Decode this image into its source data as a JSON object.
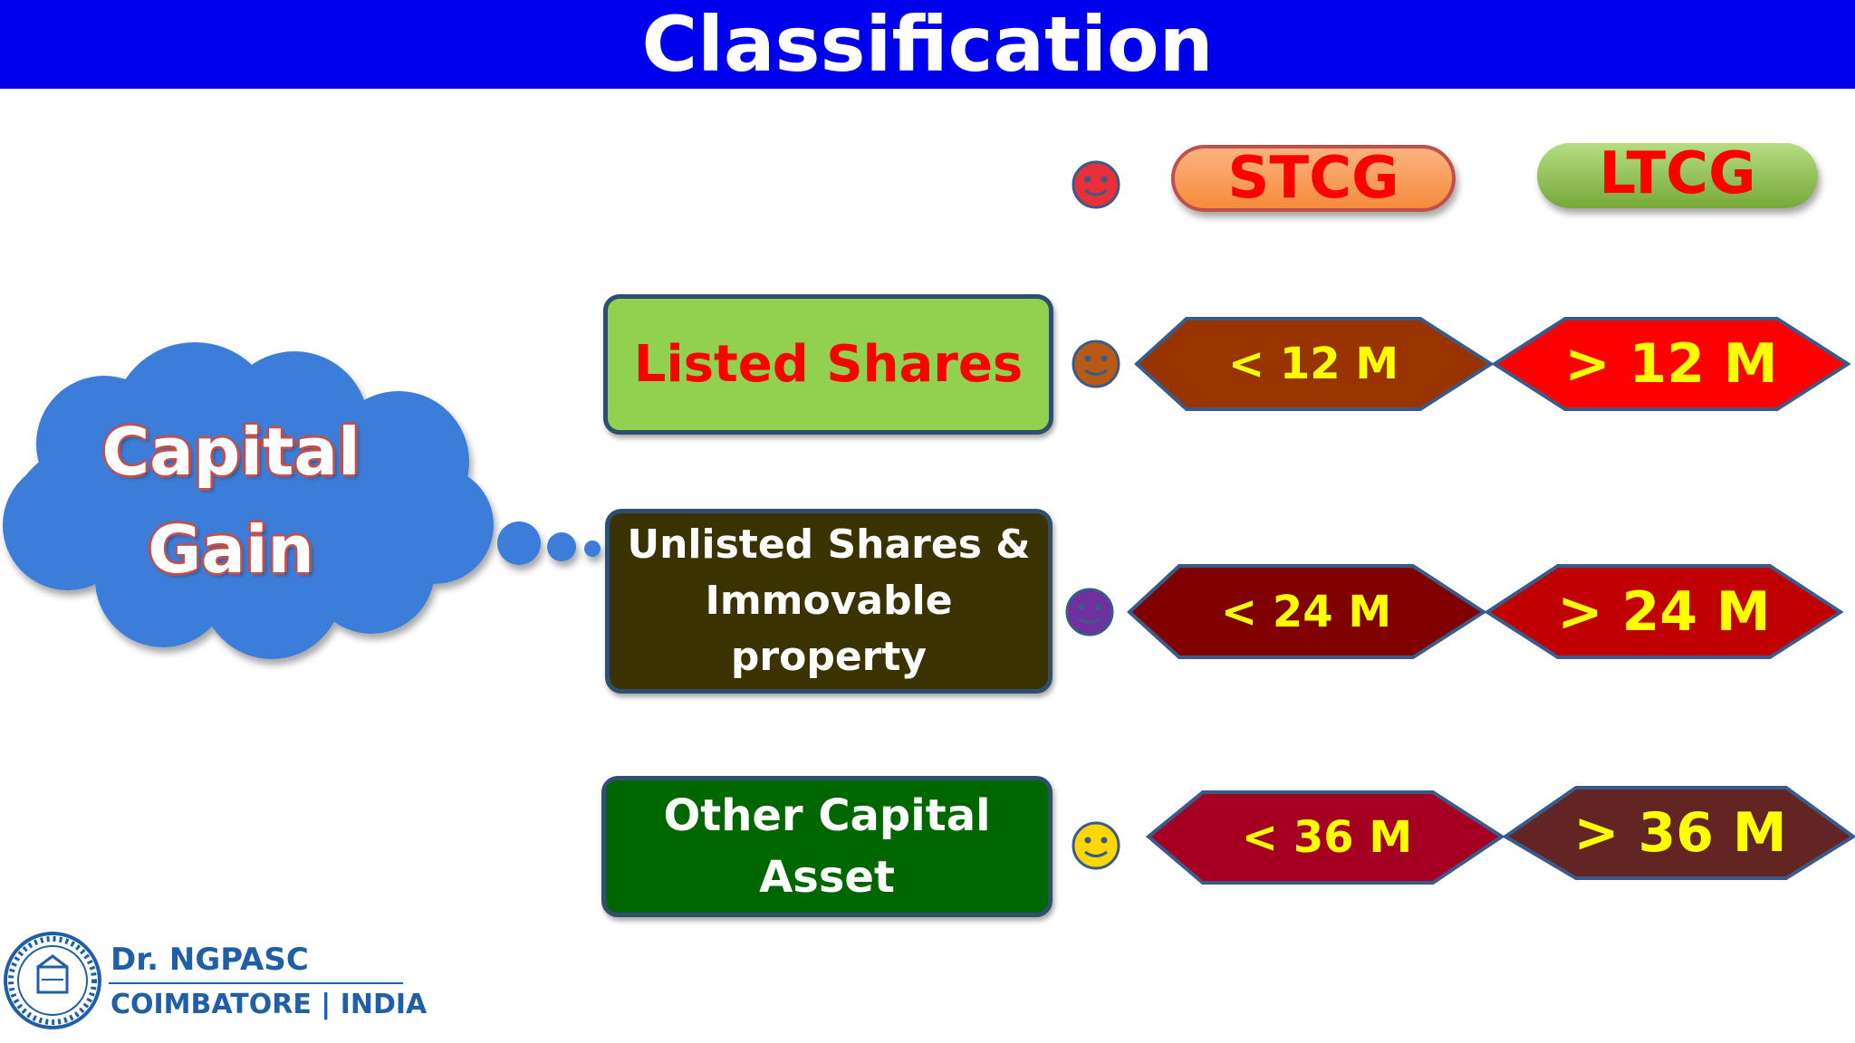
{
  "title": "Classification",
  "cloud": {
    "line1": "Capital",
    "line2": "Gain"
  },
  "headers": {
    "short": "STCG",
    "long": "LTCG"
  },
  "rows": [
    {
      "label": "Listed Shares",
      "short": "< 12 M",
      "long": "> 12 M"
    },
    {
      "label_lines": [
        "Unlisted Shares &",
        "Immovable",
        "property"
      ],
      "short": "< 24 M",
      "long": "> 24 M"
    },
    {
      "label_lines": [
        "Other Capital",
        "Asset"
      ],
      "short": "< 36 M",
      "long": "> 36 M"
    }
  ],
  "logo": {
    "name": "Dr. NGPASC",
    "location": "COIMBATORE | INDIA"
  },
  "colors": {
    "title_bar": "#0000ee",
    "cloud": "#3b7dd8",
    "stcg_pill": "#f79646",
    "ltcg_pill": "#8fc04f",
    "row1_box": "#92d050",
    "row2_box": "#3a3200",
    "row3_box": "#006600",
    "row1_short": "#993300",
    "row1_long": "#ff0000",
    "row2_short": "#800000",
    "row2_long": "#c00000",
    "row3_short": "#a50021",
    "row3_long": "#632523",
    "threshold_text": "#ffff00"
  }
}
